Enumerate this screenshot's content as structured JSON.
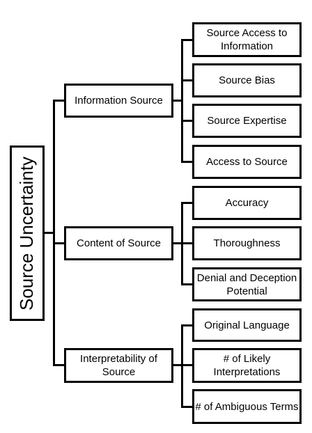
{
  "root": "Source Uncertainty",
  "categories": [
    {
      "label": "Information Source",
      "items": [
        "Source Access to Information",
        "Source Bias",
        "Source Expertise",
        "Access to Source"
      ]
    },
    {
      "label": "Content of Source",
      "items": [
        "Accuracy",
        "Thoroughness",
        "Denial and Deception Potential"
      ]
    },
    {
      "label": "Interpretability of Source",
      "items": [
        "Original Language",
        "# of Likely Interpretations",
        "# of Ambiguous Terms"
      ]
    }
  ]
}
